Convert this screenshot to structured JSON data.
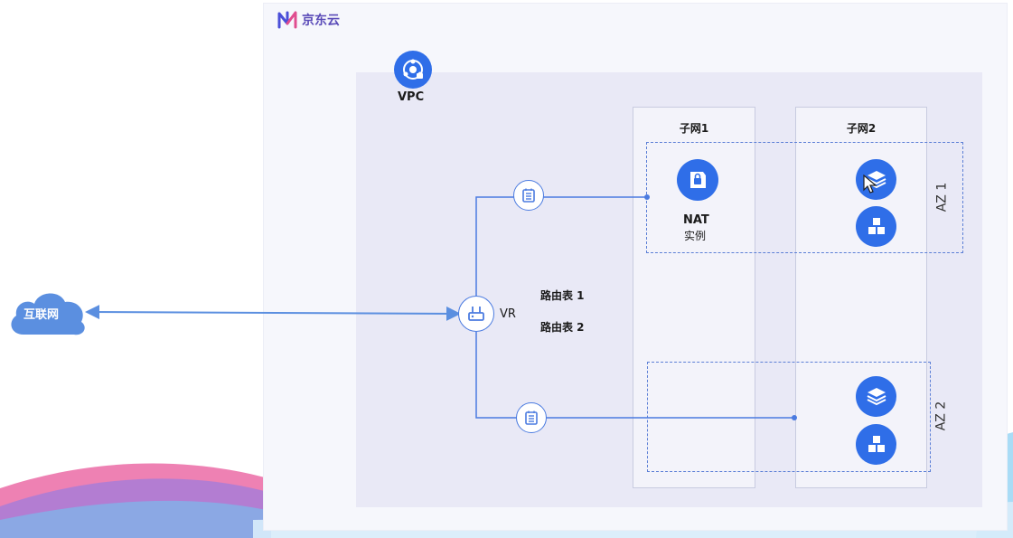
{
  "logo": {
    "text": "京东云",
    "icon": "jd-cloud-logo-icon"
  },
  "vpc": {
    "label": "VPC",
    "icon": "vpc-icon"
  },
  "internet": {
    "label": "互联网",
    "icon": "cloud-icon"
  },
  "router": {
    "label": "VR",
    "icon": "router-icon"
  },
  "route_tables": {
    "table1": "路由表 1",
    "table2": "路由表 2",
    "icon": "route-table-icon"
  },
  "subnets": [
    {
      "title": "子网1"
    },
    {
      "title": "子网2"
    }
  ],
  "nat": {
    "line1": "NAT",
    "line2": "实例",
    "icon": "nat-gateway-icon"
  },
  "zones": [
    {
      "label": "AZ 1"
    },
    {
      "label": "AZ 2"
    }
  ],
  "instance_icons": [
    "layers-icon",
    "cubes-icon"
  ],
  "colors": {
    "accent": "#2f6ee8",
    "line": "#4b7be0",
    "vpc_bg": "#e9e9f6",
    "cloud": "#5b8fe0"
  }
}
